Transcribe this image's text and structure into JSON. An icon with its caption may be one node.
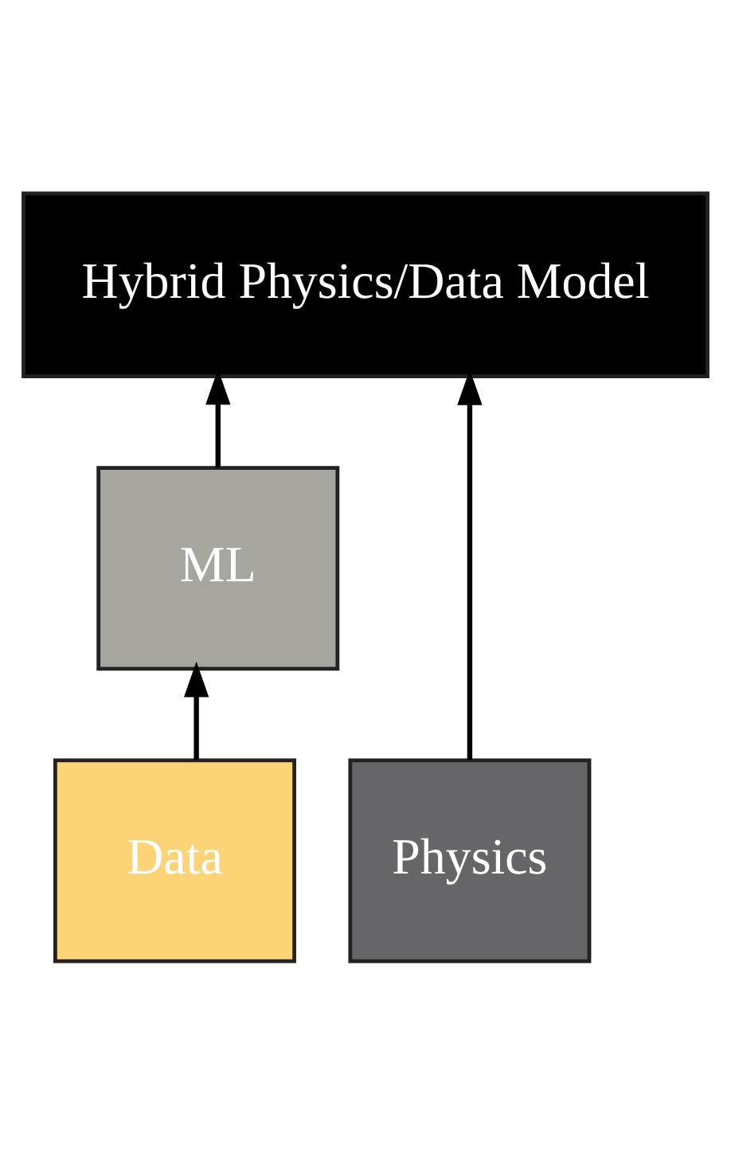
{
  "diagram": {
    "nodes": [
      {
        "text": [
          "Hybrid Physics/Data Model"
        ]
      },
      {
        "text": [
          "ML"
        ]
      },
      {
        "text": [
          "Physics"
        ]
      },
      {
        "text": [
          "Data"
        ]
      }
    ],
    "edges": [
      {
        "from": 2,
        "to": 0,
        "arrow": "to"
      },
      {
        "from": 1,
        "to": 0,
        "arrow": "to"
      },
      {
        "from": 3,
        "to": 1,
        "arrow": "to"
      }
    ]
  }
}
